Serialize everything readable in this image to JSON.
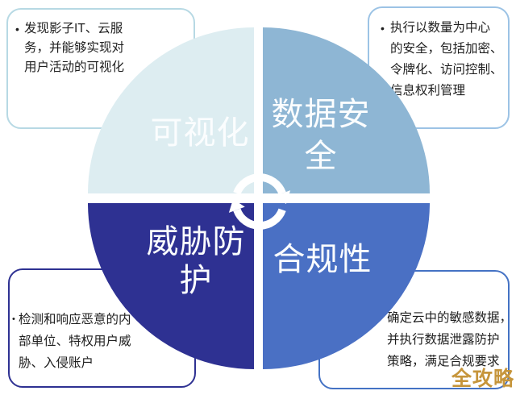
{
  "diagram": {
    "center_icon": "cycle-arrows-icon",
    "quadrants": {
      "visibility": {
        "label": "可视化",
        "color": "#ddedf1"
      },
      "data_security": {
        "label": "数据安全",
        "line1": "数据安",
        "line2": "全",
        "color": "#8eb6d4"
      },
      "threat_protection": {
        "label": "威胁防护",
        "line1": "威胁防",
        "line2": "护",
        "color": "#2e3192"
      },
      "compliance": {
        "label": "合规性",
        "line1": "合规性",
        "color": "#4a70c4"
      }
    }
  },
  "callouts": {
    "top_left": {
      "bullet": "•",
      "border_color": "#b7d9e4",
      "lines": [
        "发现影子IT、云服",
        "务，并能够实现对",
        "用户活动的可视化"
      ]
    },
    "top_right": {
      "bullet": "•",
      "border_color": "#9cc3e5",
      "lines": [
        "执行以数量为中心",
        "的安全，包括加密、",
        "令牌化、访问控制、",
        "信息权利管理"
      ]
    },
    "bottom_left": {
      "bullet": "•",
      "border_color": "#2e3192",
      "lines": [
        "检测和响应恶意的内",
        "部单位、特权用户威",
        "胁、入侵账户"
      ]
    },
    "bottom_right": {
      "bullet": "•",
      "border_color": "#4472c4",
      "lines": [
        "确定云中的敏感数据，",
        "并执行数据泄露防护",
        "策略，满足合规要求"
      ]
    }
  },
  "watermark": {
    "text": "全攻略",
    "color": "#c6953b"
  }
}
